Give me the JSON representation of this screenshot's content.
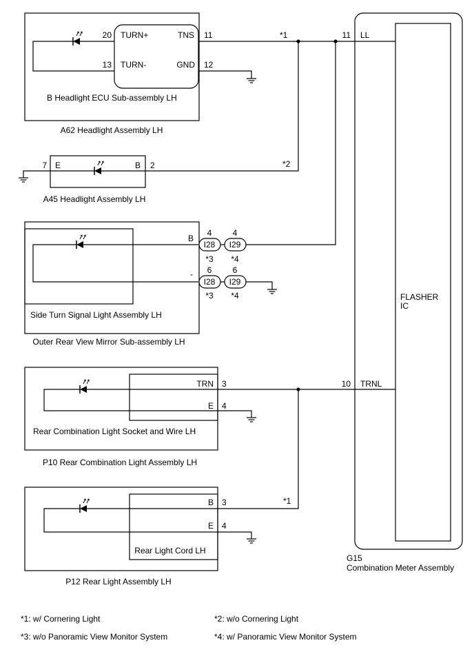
{
  "headlight_lh": {
    "assembly_label": "A62    Headlight Assembly LH",
    "ecu_label": "B  Headlight ECU Sub-assembly LH",
    "pins": {
      "turn_plus_num": "20",
      "turn_plus": "TURN+",
      "turn_minus_num": "13",
      "turn_minus": "TURN-",
      "tns": "TNS",
      "tns_num": "11",
      "gnd": "GND",
      "gnd_num": "12"
    },
    "wire_note": "*1"
  },
  "headlight_a45": {
    "label": "A45    Headlight Assembly LH",
    "pin_left_num": "7",
    "pin_left": "E",
    "pin_right": "B",
    "pin_right_num": "2",
    "wire_note": "*2"
  },
  "mirror": {
    "assembly_label": "Outer Rear View Mirror Sub-assembly LH",
    "inner_label": "Side Turn Signal Light Assembly LH",
    "pin_b": "B",
    "pin_minus": "-",
    "conn_i28": "I28",
    "conn_i29": "I29",
    "pin4_a": "4",
    "pin4_b": "4",
    "pin6_a": "6",
    "pin6_b": "6",
    "note3": "*3",
    "note4": "*4"
  },
  "rear_combo": {
    "assembly_label": "P10  Rear Combination Light Assembly LH",
    "inner_label": "Rear Combination Light Socket and Wire LH",
    "pin_trn": "TRN",
    "pin_trn_num": "3",
    "pin_e": "E",
    "pin_e_num": "4"
  },
  "rear_light": {
    "assembly_label": "P12  Rear Light Assembly LH",
    "inner_label": "Rear Light Cord LH",
    "pin_b": "B",
    "pin_b_num": "3",
    "pin_e": "E",
    "pin_e_num": "4",
    "wire_note": "*1"
  },
  "meter": {
    "code": "G15",
    "label": "Combination Meter Assembly",
    "ic_line1": "FLASHER",
    "ic_line2": "IC",
    "pin_ll_num": "11",
    "pin_ll": "LL",
    "pin_trnl_num": "10",
    "pin_trnl": "TRNL"
  },
  "footnotes": [
    "*1: w/ Cornering Light",
    "*2: w/o Cornering Light",
    "*3: w/o Panoramic View Monitor System",
    "*4: w/ Panoramic View Monitor System"
  ]
}
